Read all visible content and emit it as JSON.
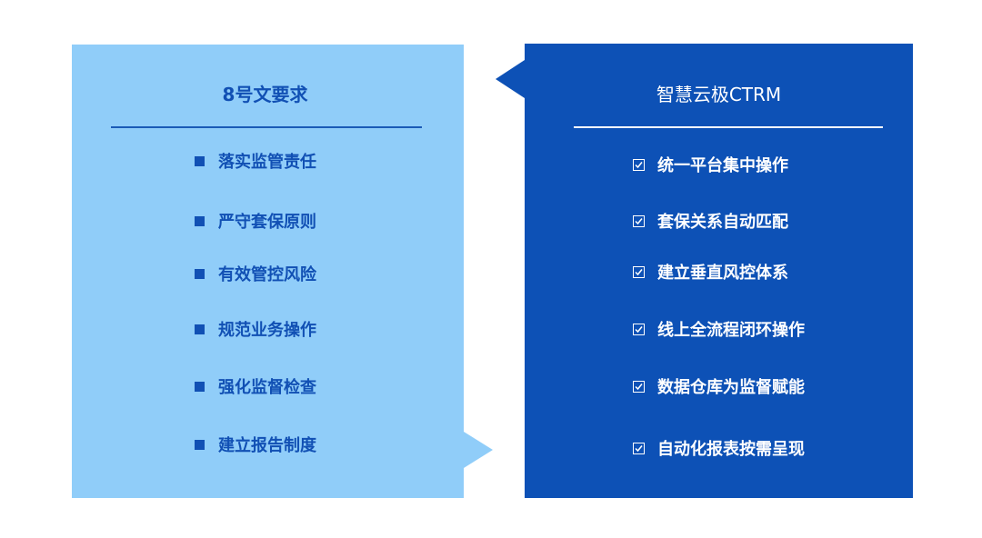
{
  "left": {
    "title": "8号文要求",
    "items": [
      "落实监管责任",
      "严守套保原则",
      "有效管控风险",
      "规范业务操作",
      "强化监督检查",
      "建立报告制度"
    ]
  },
  "right": {
    "title": "智慧云极CTRM",
    "items": [
      "统一平台集中操作",
      "套保关系自动匹配",
      "建立垂直风控体系",
      "线上全流程闭环操作",
      "数据仓库为监督赋能",
      "自动化报表按需呈现"
    ]
  },
  "colors": {
    "left_panel": "#90cdf9",
    "left_text": "#1150b4",
    "right_panel": "#0d51b6",
    "right_text": "#ffffff"
  },
  "icons": {
    "left_bullet": "square-bullet-icon",
    "right_bullet": "checkbox-icon"
  }
}
